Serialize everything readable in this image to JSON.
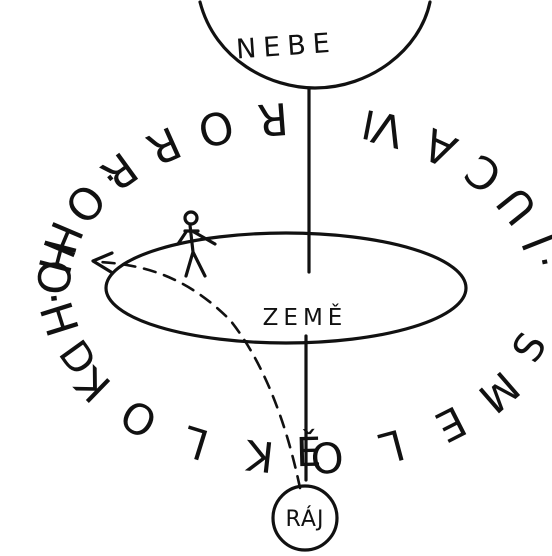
{
  "labels": {
    "heaven": "NEBE",
    "earth": "ZEMĚ",
    "paradise": "RÁJ"
  },
  "ring_text": {
    "horror_vacui": "HORROR VACUI",
    "des": "DĚS",
    "kolkolem": "KOLKOLEM",
    "hoh": "H · O · H"
  },
  "ring_letters": {
    "top": [
      "H",
      "O",
      "R",
      "R",
      "O",
      "R",
      " ",
      "V",
      "A",
      "C",
      "U",
      "I"
    ],
    "right": [
      "·",
      "I",
      "·",
      "D",
      "Ě",
      "S"
    ],
    "bottom": [
      "K",
      "O",
      "L",
      "K",
      "O",
      "L",
      "E",
      "M"
    ],
    "left": [
      "H",
      "·",
      "O",
      "H"
    ]
  }
}
